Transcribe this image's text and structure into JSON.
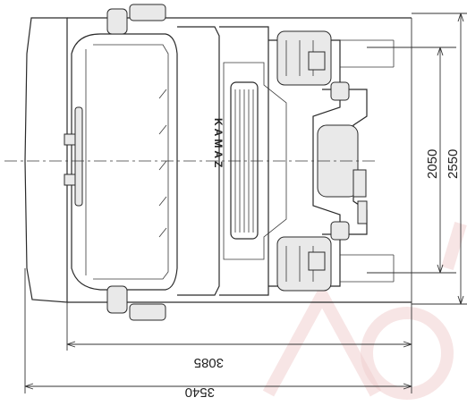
{
  "drawing": {
    "brand_text": "KAMAZ",
    "dimensions": {
      "length_cab": "3085",
      "length_overall": "3540",
      "width_track": "2050",
      "width_overall": "2550"
    }
  }
}
